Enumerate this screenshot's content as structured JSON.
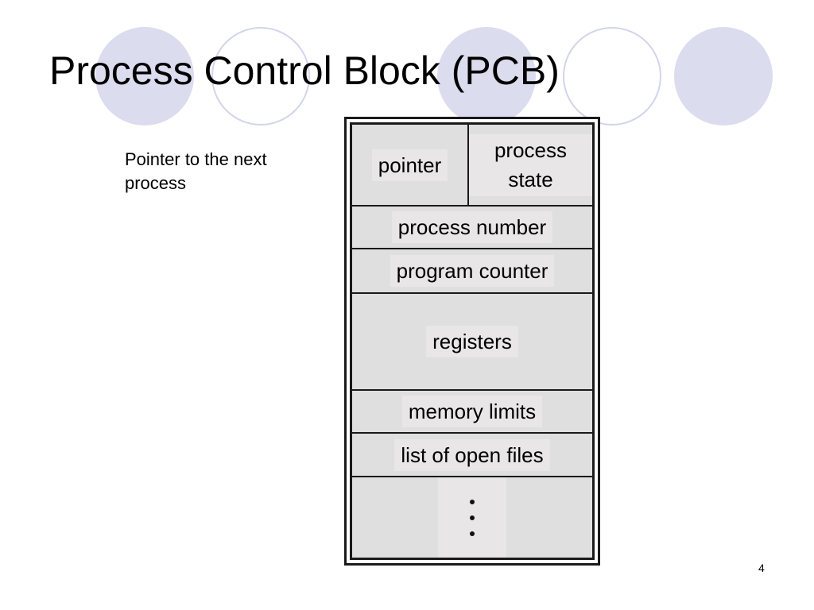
{
  "slide": {
    "title": "Process Control Block (PCB)",
    "note": "Pointer to the next process",
    "page_number": "4"
  },
  "pcb": {
    "pointer": "pointer",
    "process_state": "process state",
    "fields": {
      "process_number": "process number",
      "program_counter": "program counter",
      "registers": "registers",
      "memory_limits": "memory limits",
      "open_files": "list of open files"
    }
  },
  "colors": {
    "circle_fill": "#dcdcef",
    "circle_outline": "#d4d4ea",
    "block_fill": "#dfdfdf",
    "border": "#1a1a1a"
  }
}
